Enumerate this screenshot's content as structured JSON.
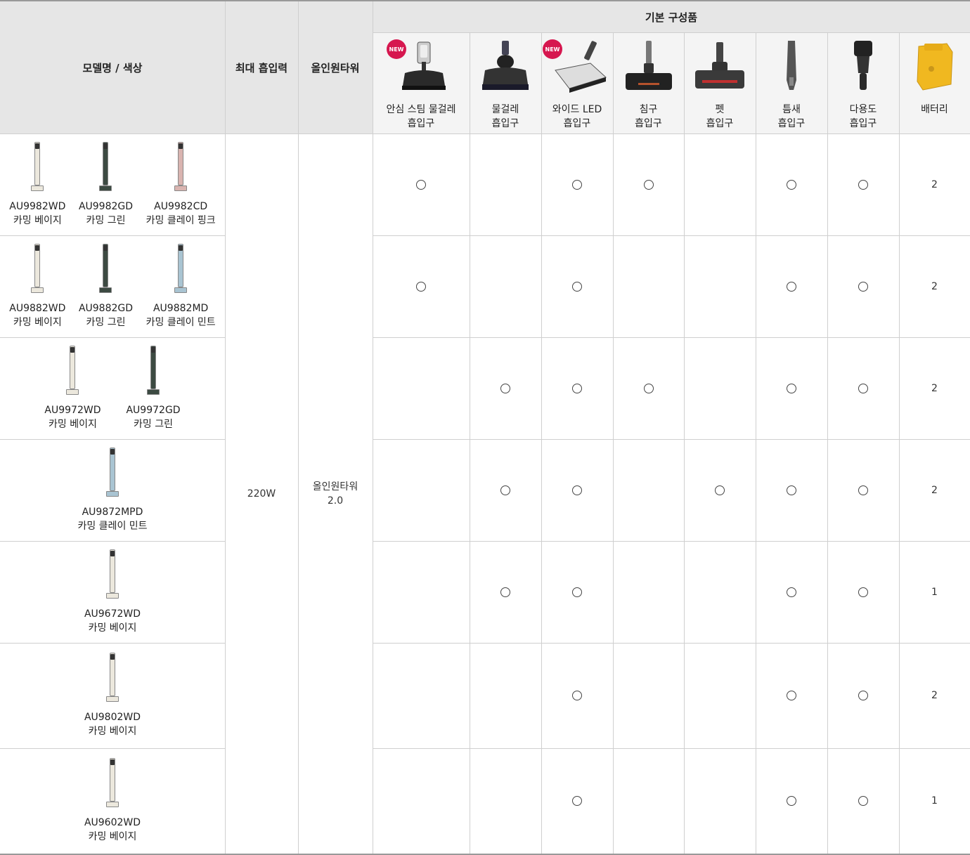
{
  "header": {
    "model_color": "모델명 / 색상",
    "max_suction": "최대 흡입력",
    "allinone_tower": "올인원타워",
    "basic_components": "기본 구성품"
  },
  "new_badge": "NEW",
  "accessories": [
    {
      "line1": "안심 스팀 물걸레",
      "line2": "흡입구",
      "icon": "steam-mop-nozzle-icon",
      "is_new": true
    },
    {
      "line1": "물걸레",
      "line2": "흡입구",
      "icon": "wet-mop-nozzle-icon",
      "is_new": false
    },
    {
      "line1": "와이드 LED",
      "line2": "흡입구",
      "icon": "wide-led-nozzle-icon",
      "is_new": true
    },
    {
      "line1": "침구",
      "line2": "흡입구",
      "icon": "bedding-nozzle-icon",
      "is_new": false
    },
    {
      "line1": "펫",
      "line2": "흡입구",
      "icon": "pet-nozzle-icon",
      "is_new": false
    },
    {
      "line1": "틈새",
      "line2": "흡입구",
      "icon": "crevice-nozzle-icon",
      "is_new": false
    },
    {
      "line1": "다용도",
      "line2": "흡입구",
      "icon": "multi-purpose-nozzle-icon",
      "is_new": false
    },
    {
      "line1": "배터리",
      "line2": "",
      "icon": "battery-icon",
      "is_new": false
    }
  ],
  "shared": {
    "max_suction": "220W",
    "tower_line1": "올인원타워",
    "tower_line2": "2.0"
  },
  "mark": "○",
  "colors": {
    "beige": "#ece8dd",
    "green": "#3c4a42",
    "pink": "#d9b4b0",
    "mint": "#a9c4d2",
    "new_badge": "#d6174f",
    "header_bg": "#e6e6e6"
  },
  "rows": [
    {
      "models": [
        {
          "code": "AU9982WD",
          "color_name": "카밍 베이지",
          "swatch": "beige"
        },
        {
          "code": "AU9982GD",
          "color_name": "카밍 그린",
          "swatch": "green"
        },
        {
          "code": "AU9982CD",
          "color_name": "카밍 클레이 핑크",
          "swatch": "pink"
        }
      ],
      "marks": [
        "○",
        "",
        "○",
        "○",
        "",
        "○",
        "○"
      ],
      "battery": "2"
    },
    {
      "models": [
        {
          "code": "AU9882WD",
          "color_name": "카밍 베이지",
          "swatch": "beige"
        },
        {
          "code": "AU9882GD",
          "color_name": "카밍 그린",
          "swatch": "green"
        },
        {
          "code": "AU9882MD",
          "color_name": "카밍 클레이 민트",
          "swatch": "mint"
        }
      ],
      "marks": [
        "○",
        "",
        "○",
        "",
        "",
        "○",
        "○"
      ],
      "battery": "2"
    },
    {
      "models": [
        {
          "code": "AU9972WD",
          "color_name": "카밍 베이지",
          "swatch": "beige"
        },
        {
          "code": "AU9972GD",
          "color_name": "카밍 그린",
          "swatch": "green"
        }
      ],
      "marks": [
        "",
        "○",
        "○",
        "○",
        "",
        "○",
        "○"
      ],
      "battery": "2"
    },
    {
      "models": [
        {
          "code": "AU9872MPD",
          "color_name": "카밍 클레이 민트",
          "swatch": "mint"
        }
      ],
      "marks": [
        "",
        "○",
        "○",
        "",
        "○",
        "○",
        "○"
      ],
      "battery": "2"
    },
    {
      "models": [
        {
          "code": "AU9672WD",
          "color_name": "카밍 베이지",
          "swatch": "beige"
        }
      ],
      "marks": [
        "",
        "○",
        "○",
        "",
        "",
        "○",
        "○"
      ],
      "battery": "1"
    },
    {
      "models": [
        {
          "code": "AU9802WD",
          "color_name": "카밍 베이지",
          "swatch": "beige"
        }
      ],
      "marks": [
        "",
        "",
        "○",
        "",
        "",
        "○",
        "○"
      ],
      "battery": "2"
    },
    {
      "models": [
        {
          "code": "AU9602WD",
          "color_name": "카밍 베이지",
          "swatch": "beige"
        }
      ],
      "marks": [
        "",
        "",
        "○",
        "",
        "",
        "○",
        "○"
      ],
      "battery": "1"
    }
  ]
}
